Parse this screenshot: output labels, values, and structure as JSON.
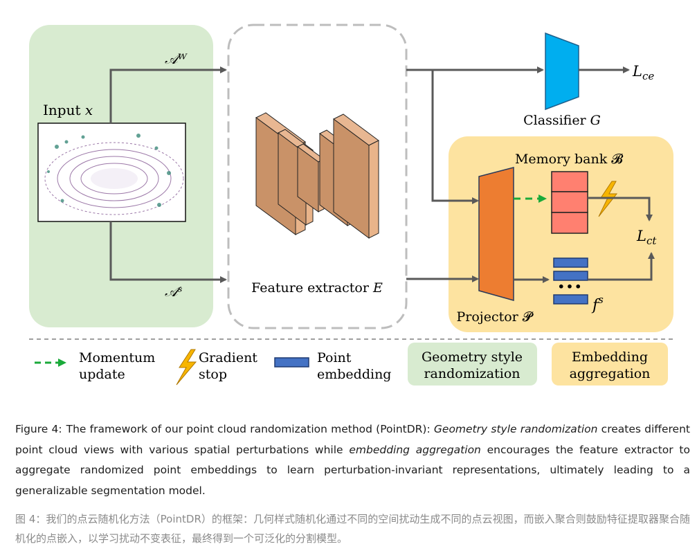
{
  "diagram": {
    "input_label": "Input 𝑥",
    "aug_weak": "𝒜ᵂ",
    "aug_strong": "𝒜ˢ",
    "feature_extractor": "Feature extractor 𝐸",
    "classifier": "Classifier 𝐺",
    "memory_bank": "Memory bank 𝓑",
    "projector": "Projector 𝓟",
    "loss_ce_main": "L",
    "loss_ce_sub": "ce",
    "loss_ct_main": "L",
    "loss_ct_sub": "ct",
    "fs_main": "f",
    "fs_sup": "s",
    "dots": "•••",
    "legend": {
      "momentum_1": "Momentum",
      "momentum_2": "update",
      "gradient_1": "Gradient",
      "gradient_2": "stop",
      "point_1": "Point",
      "point_2": "embedding",
      "geometry_1": "Geometry style",
      "geometry_2": "randomization",
      "embedding_1": "Embedding",
      "embedding_2": "aggregation"
    }
  },
  "colors": {
    "green_panel": "#d8ebd0",
    "yellow_panel": "#fde3a0",
    "conv_block": "#c99268",
    "classifier": "#00aeef",
    "projector": "#ed7d31",
    "memory_bank": "#ff8070",
    "embedding": "#4472c4",
    "arrow": "#595959",
    "momentum": "#1aaa3a",
    "bolt": "#f7b500"
  },
  "caption": {
    "label": "Figure 4:",
    "seg1": "The framework of our point cloud randomization method (PointDR): ",
    "em1": "Geometry style randomization",
    "seg2": " creates different point cloud views with various spatial perturbations while ",
    "em2": "embedding aggregation",
    "seg3": " encourages the feature extractor to aggregate randomized point embeddings to learn perturbation-invariant representations, ultimately leading to a generalizable segmentation model.",
    "zh": "图 4：我们的点云随机化方法（PointDR）的框架：几何样式随机化通过不同的空间扰动生成不同的点云视图，而嵌入聚合则鼓励特征提取器聚合随机化的点嵌入，以学习扰动不变表征，最终得到一个可泛化的分割模型。"
  }
}
